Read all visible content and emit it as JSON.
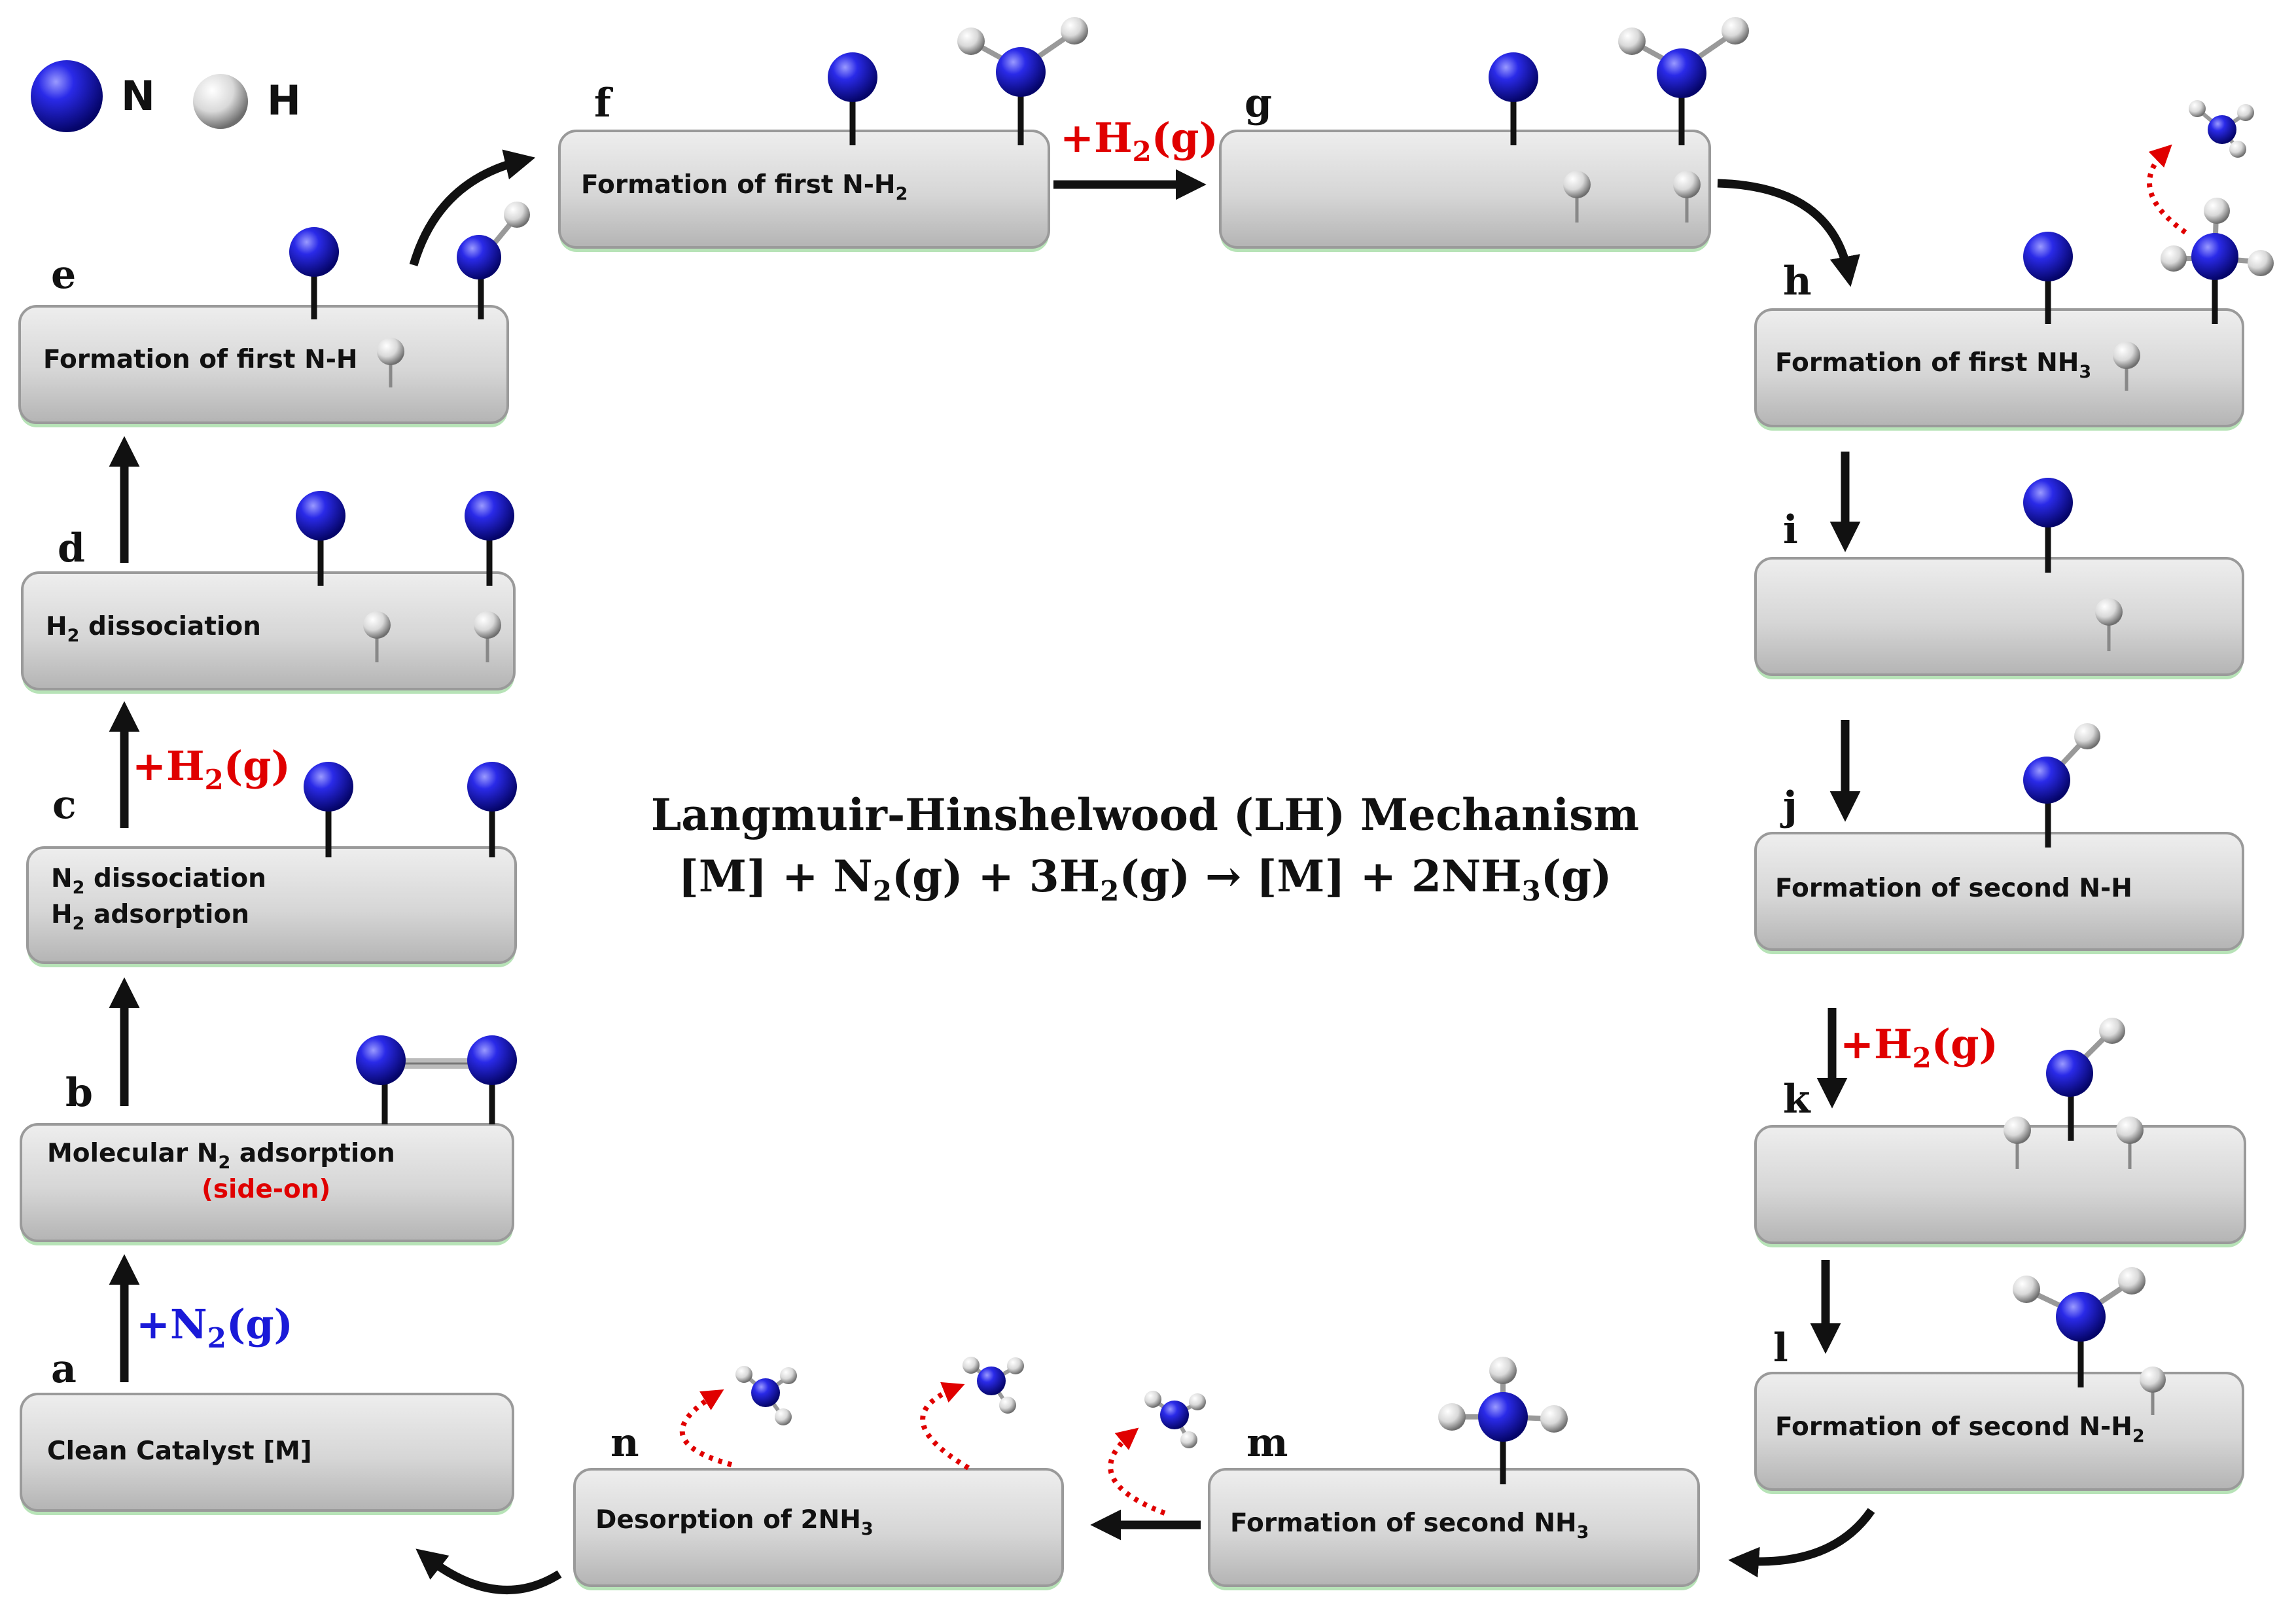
{
  "legend": {
    "nitrogen_label": "N",
    "hydrogen_label": "H",
    "nitrogen_color": "#1a1ad8",
    "hydrogen_color": "#e6e6e6"
  },
  "title": {
    "line1": "Langmuir-Hinshelwood (LH) Mechanism",
    "line2_a": "[M] + N",
    "line2_b": "(g) + 3H",
    "line2_c": "(g) → [M] + 2NH",
    "line2_d": "(g)",
    "sub_2": "2",
    "sub_3": "3"
  },
  "steps": {
    "a": {
      "letter": "a",
      "label": "Clean Catalyst [M]"
    },
    "b": {
      "letter": "b",
      "label_a": "Molecular N",
      "label_b": " adsorption",
      "sub": "2",
      "note": "(side-on)"
    },
    "c": {
      "letter": "c",
      "line1_a": "N",
      "line1_b": " dissociation",
      "line2_a": "H",
      "line2_b": " adsorption",
      "sub": "2"
    },
    "d": {
      "letter": "d",
      "label_a": "H",
      "label_b": " dissociation",
      "sub": "2"
    },
    "e": {
      "letter": "e",
      "label": "Formation of first N-H"
    },
    "f": {
      "letter": "f",
      "label_a": "Formation of first N-H",
      "sub": "2"
    },
    "g": {
      "letter": "g"
    },
    "h": {
      "letter": "h",
      "label_a": "Formation of first NH",
      "sub": "3"
    },
    "i": {
      "letter": "i"
    },
    "j": {
      "letter": "j",
      "label": "Formation of second N-H"
    },
    "k": {
      "letter": "k"
    },
    "l": {
      "letter": "l",
      "label_a": "Formation of second N-H",
      "sub": "2"
    },
    "m": {
      "letter": "m",
      "label_a": "Formation of second NH",
      "sub": "3"
    },
    "n": {
      "letter": "n",
      "label_a": "Desorption of 2NH",
      "sub": "3"
    }
  },
  "gas": {
    "n2_a": "+N",
    "n2_b": "(g)",
    "h2_a": "+H",
    "h2_b": "(g)",
    "sub_2": "2",
    "n2_color": "#1a1ad8",
    "h2_color": "#e00000",
    "desorb_arrow_color": "#e00000"
  }
}
